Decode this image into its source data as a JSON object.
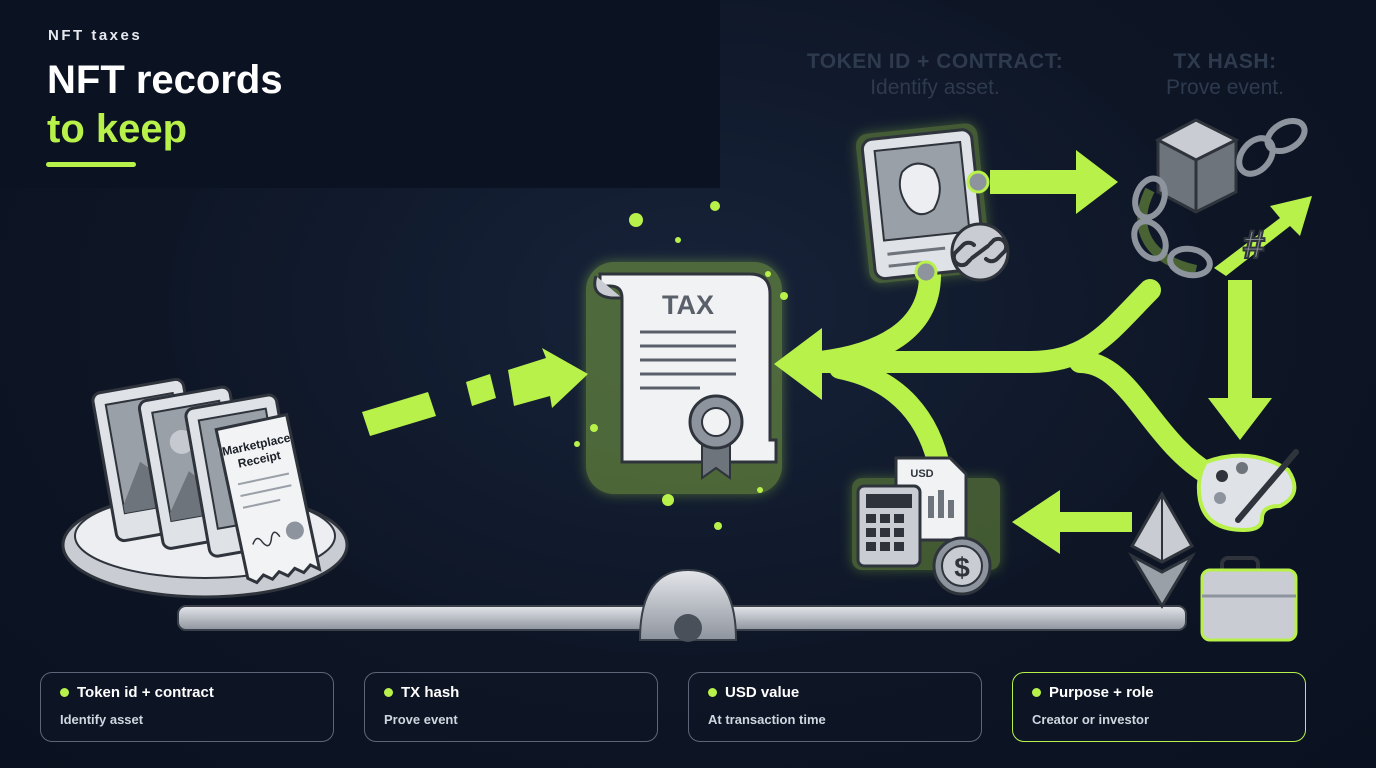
{
  "header": {
    "eyebrow": "NFT taxes",
    "title_line1": "NFT records",
    "title_line2": "to keep"
  },
  "ghost_labels": [
    {
      "label": "TOKEN ID + CONTRACT:",
      "sub": "Identify asset."
    },
    {
      "label": "TX HASH:",
      "sub": "Prove event."
    }
  ],
  "illustration": {
    "document_title": "TAX",
    "receipt_text_line1": "Marketplace",
    "receipt_text_line2": "Receipt",
    "sheet_label": "USD",
    "hash_symbol": "#",
    "coin_symbol": "$"
  },
  "cards": [
    {
      "label": "Token id + contract",
      "sub": "Identify asset"
    },
    {
      "label": "TX hash",
      "sub": "Prove event"
    },
    {
      "label": "USD value",
      "sub": "At transaction time"
    },
    {
      "label": "Purpose + role",
      "sub": "Creator or investor"
    }
  ],
  "colors": {
    "accent": "#b8f14a",
    "background": "#0e1626",
    "header_panel": "#0b1222",
    "card_border": "#5c6678"
  }
}
